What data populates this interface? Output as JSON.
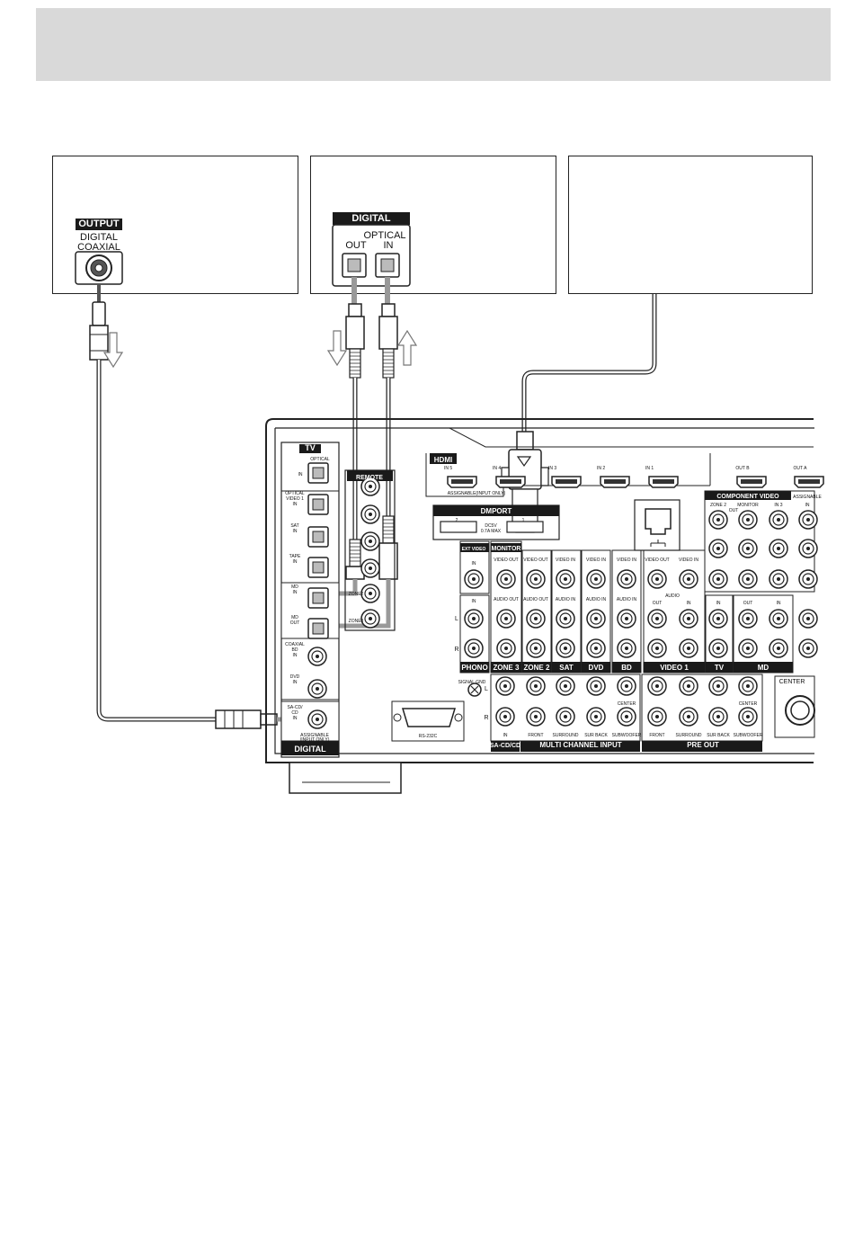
{
  "source_devices": {
    "left": {
      "jack_header": "OUTPUT",
      "jack_line1": "DIGITAL",
      "jack_line2": "COAXIAL"
    },
    "middle": {
      "jack_header": "DIGITAL",
      "jack_title": "OPTICAL",
      "out_label": "OUT",
      "in_label": "IN"
    }
  },
  "receiver": {
    "digital_panel": {
      "tv_header": "TV",
      "optical": "OPTICAL",
      "in": "IN",
      "jacks": [
        {
          "line1": "OPTICAL",
          "line2": "VIDEO 1",
          "line3": "IN"
        },
        {
          "line1": "SAT",
          "line2": "IN",
          "line3": ""
        },
        {
          "line1": "TAPE",
          "line2": "IN",
          "line3": ""
        },
        {
          "line1": "MD",
          "line2": "IN",
          "line3": ""
        },
        {
          "line1": "MD",
          "line2": "OUT",
          "line3": ""
        },
        {
          "line1": "COAXIAL",
          "line2": "BD",
          "line3": "IN"
        },
        {
          "line1": "DVD",
          "line2": "IN",
          "line3": ""
        },
        {
          "line1": "SA-CD/",
          "line2": "CD",
          "line3": "IN"
        }
      ],
      "assignable_note1": "ASSIGNABLE",
      "assignable_note2": "(INPUT ONLY)",
      "footer": "DIGITAL"
    },
    "remote": {
      "header": "REMOTE",
      "zone2": "ZONE2",
      "zone3": "ZONE3"
    },
    "hdmi": {
      "header": "HDMI",
      "inputs": [
        "IN 5",
        "IN 4",
        "IN 3",
        "IN 2",
        "IN 1"
      ],
      "outputs": [
        "OUT B",
        "OUT A"
      ],
      "assignable": "ASSIGNABLE(INPUT ONLY)"
    },
    "dmport": {
      "header": "DMPORT",
      "port2": "2",
      "port1": "1",
      "power1": "DC5V",
      "power2": "0.7A MAX"
    },
    "component_video": {
      "header": "COMPONENT VIDEO",
      "assignable": "ASSIGNABLE",
      "labels": [
        "ZONE 2",
        "MONITOR",
        "IN 3",
        "IN"
      ],
      "out": "OUT"
    },
    "jack_columns": [
      {
        "label": "PHONO"
      },
      {
        "label": "ZONE 3"
      },
      {
        "label": "ZONE 2"
      },
      {
        "label": "SAT"
      },
      {
        "label": "DVD"
      },
      {
        "label": "BD"
      },
      {
        "label": "VIDEO 1"
      },
      {
        "label": "TV"
      },
      {
        "label": "MD"
      }
    ],
    "top_labels": {
      "ext_video": "EXT VIDEO",
      "monitor": "MONITOR",
      "video_out": "VIDEO OUT",
      "video_in": "VIDEO IN",
      "audio_out": "AUDIO OUT",
      "audio_in": "AUDIO IN",
      "audio": "AUDIO",
      "out": "OUT",
      "in": "IN",
      "l": "L",
      "r": "R"
    },
    "signal_gnd": "SIGNAL GND",
    "rs232c": "RS-232C",
    "multi_channel": {
      "sacd_footer": "SA-CD/CD",
      "multi_footer": "MULTI CHANNEL INPUT",
      "pre_out_footer": "PRE OUT",
      "labels": [
        "IN",
        "FRONT",
        "SURROUND",
        "SUR BACK",
        "SUBWOOFER",
        "CENTER"
      ]
    },
    "center_terminal": "CENTER"
  }
}
